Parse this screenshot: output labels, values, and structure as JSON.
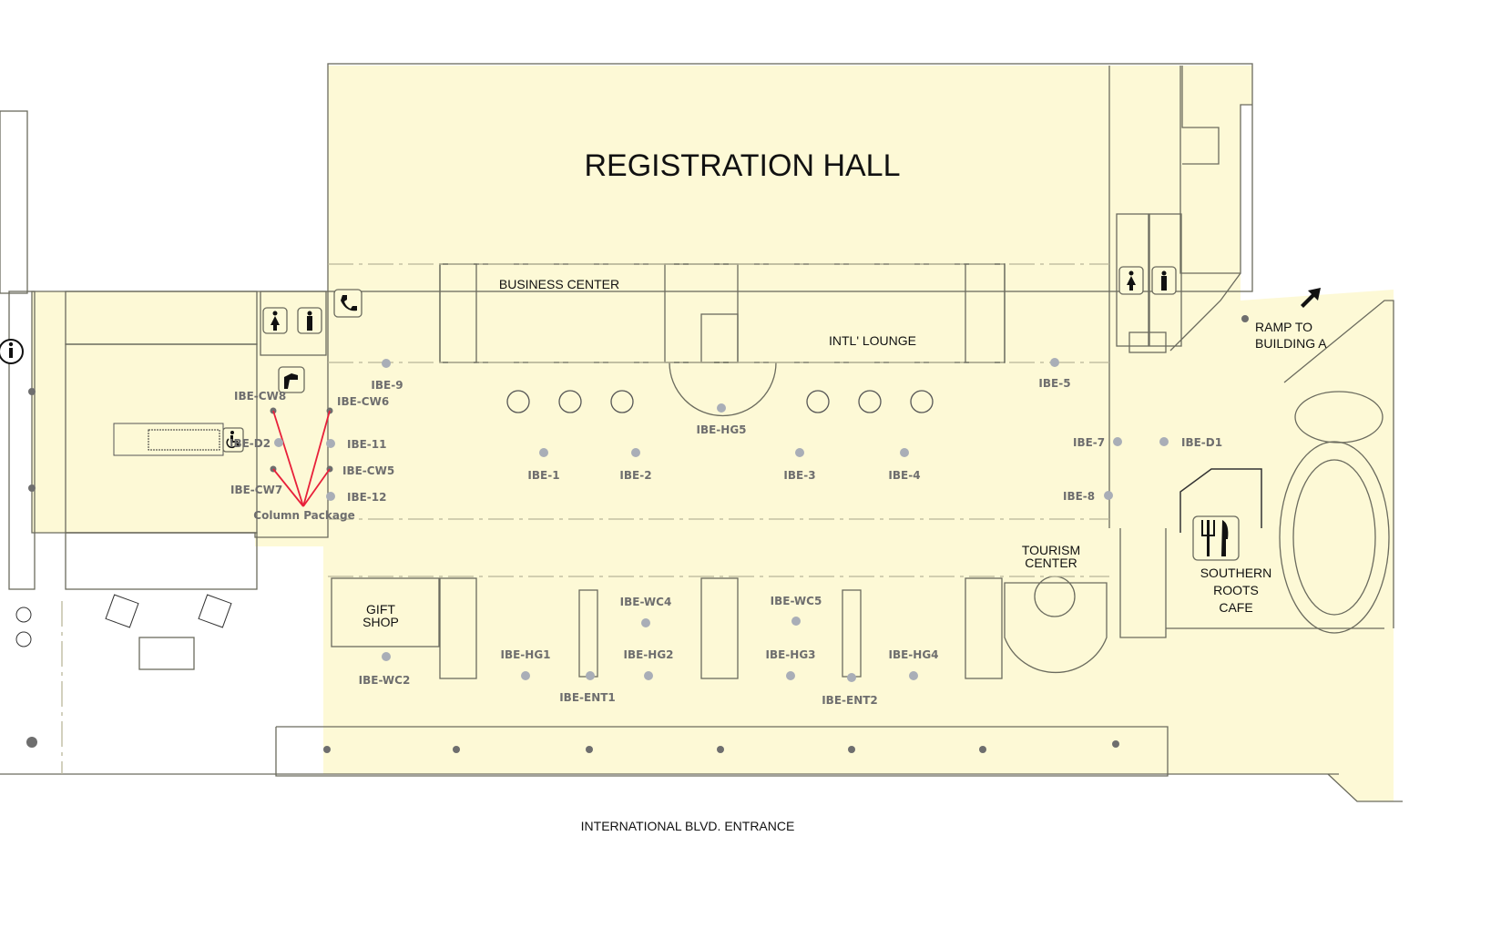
{
  "map": {
    "title": "REGISTRATION HALL",
    "entrance_label": "INTERNATIONAL BLVD. ENTRANCE",
    "ramp_label_line1": "RAMP TO",
    "ramp_label_line2": "BUILDING A",
    "floor_color": "#fdf9d6",
    "annotation_color": "#e8203a",
    "rooms": {
      "business_center": "BUSINESS CENTER",
      "intl_lounge": "INTL' LOUNGE",
      "gift_shop_1": "GIFT",
      "gift_shop_2": "SHOP",
      "tourism_1": "TOURISM",
      "tourism_2": "CENTER",
      "cafe_1": "SOUTHERN",
      "cafe_2": "ROOTS",
      "cafe_3": "CAFE"
    },
    "column_package_label": "Column Package",
    "points": {
      "ibe1": "IBE-1",
      "ibe2": "IBE-2",
      "ibe3": "IBE-3",
      "ibe4": "IBE-4",
      "ibe5": "IBE-5",
      "ibe7": "IBE-7",
      "ibe8": "IBE-8",
      "ibe9": "IBE-9",
      "ibe11": "IBE-11",
      "ibe12": "IBE-12",
      "d1": "IBE-D1",
      "d2": "IBE-D2",
      "cw5": "IBE-CW5",
      "cw6": "IBE-CW6",
      "cw7": "IBE-CW7",
      "cw8": "IBE-CW8",
      "hg1": "IBE-HG1",
      "hg2": "IBE-HG2",
      "hg3": "IBE-HG3",
      "hg4": "IBE-HG4",
      "hg5": "IBE-HG5",
      "wc2": "IBE-WC2",
      "wc4": "IBE-WC4",
      "wc5": "IBE-WC5",
      "ent1": "IBE-ENT1",
      "ent2": "IBE-ENT2"
    },
    "icons": [
      "info-icon",
      "restroom-women-icon",
      "restroom-men-icon",
      "telephone-icon",
      "drinking-fountain-icon",
      "accessible-icon",
      "restaurant-icon",
      "arrow-icon"
    ]
  }
}
